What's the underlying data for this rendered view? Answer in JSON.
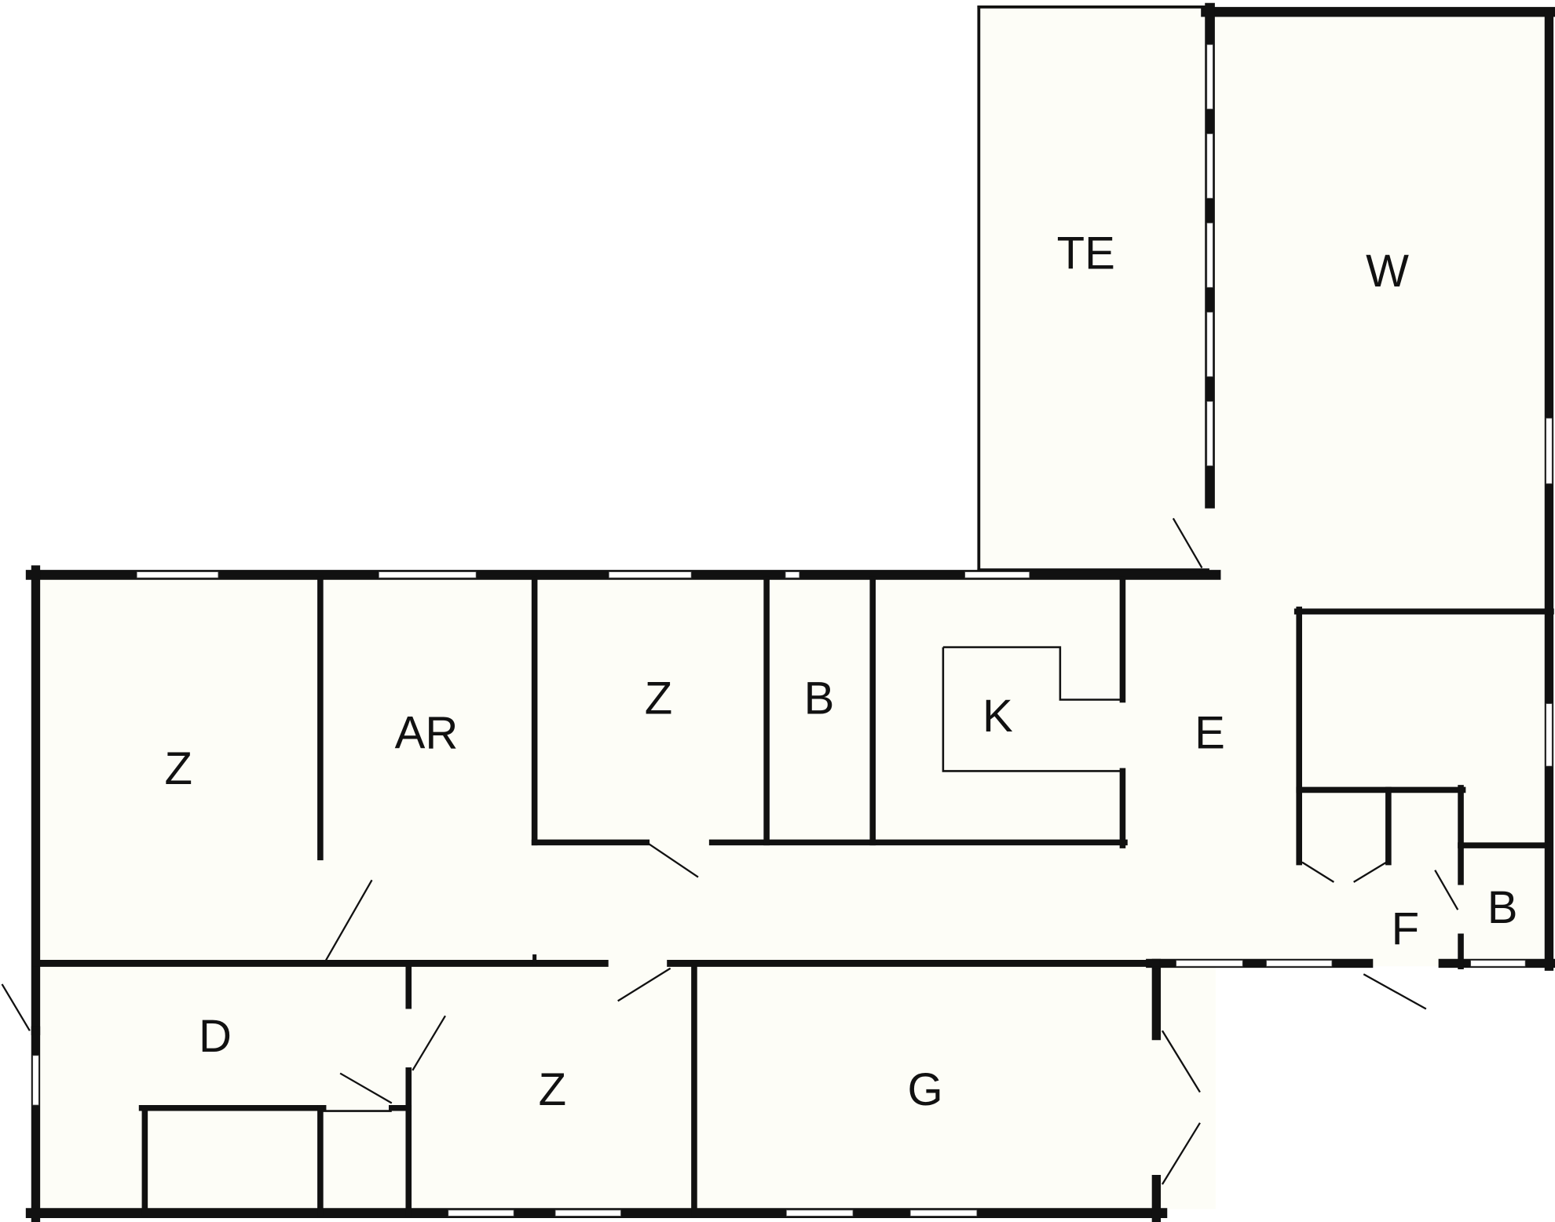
{
  "floorplan": {
    "rooms": [
      {
        "id": "terrace",
        "label": "TE"
      },
      {
        "id": "living",
        "label": "W"
      },
      {
        "id": "bedroom-west",
        "label": "Z"
      },
      {
        "id": "workroom",
        "label": "AR"
      },
      {
        "id": "bedroom-middle",
        "label": "Z"
      },
      {
        "id": "bathroom",
        "label": "B"
      },
      {
        "id": "kitchen",
        "label": "K"
      },
      {
        "id": "hall",
        "label": "E"
      },
      {
        "id": "foyer",
        "label": "F"
      },
      {
        "id": "bathroom-small",
        "label": "B"
      },
      {
        "id": "shower",
        "label": "D"
      },
      {
        "id": "bedroom-south",
        "label": "Z"
      },
      {
        "id": "garage",
        "label": "G"
      }
    ],
    "colors": {
      "wall": "#111111",
      "floor": "#fdfdf7",
      "window": "#ffffff"
    }
  }
}
